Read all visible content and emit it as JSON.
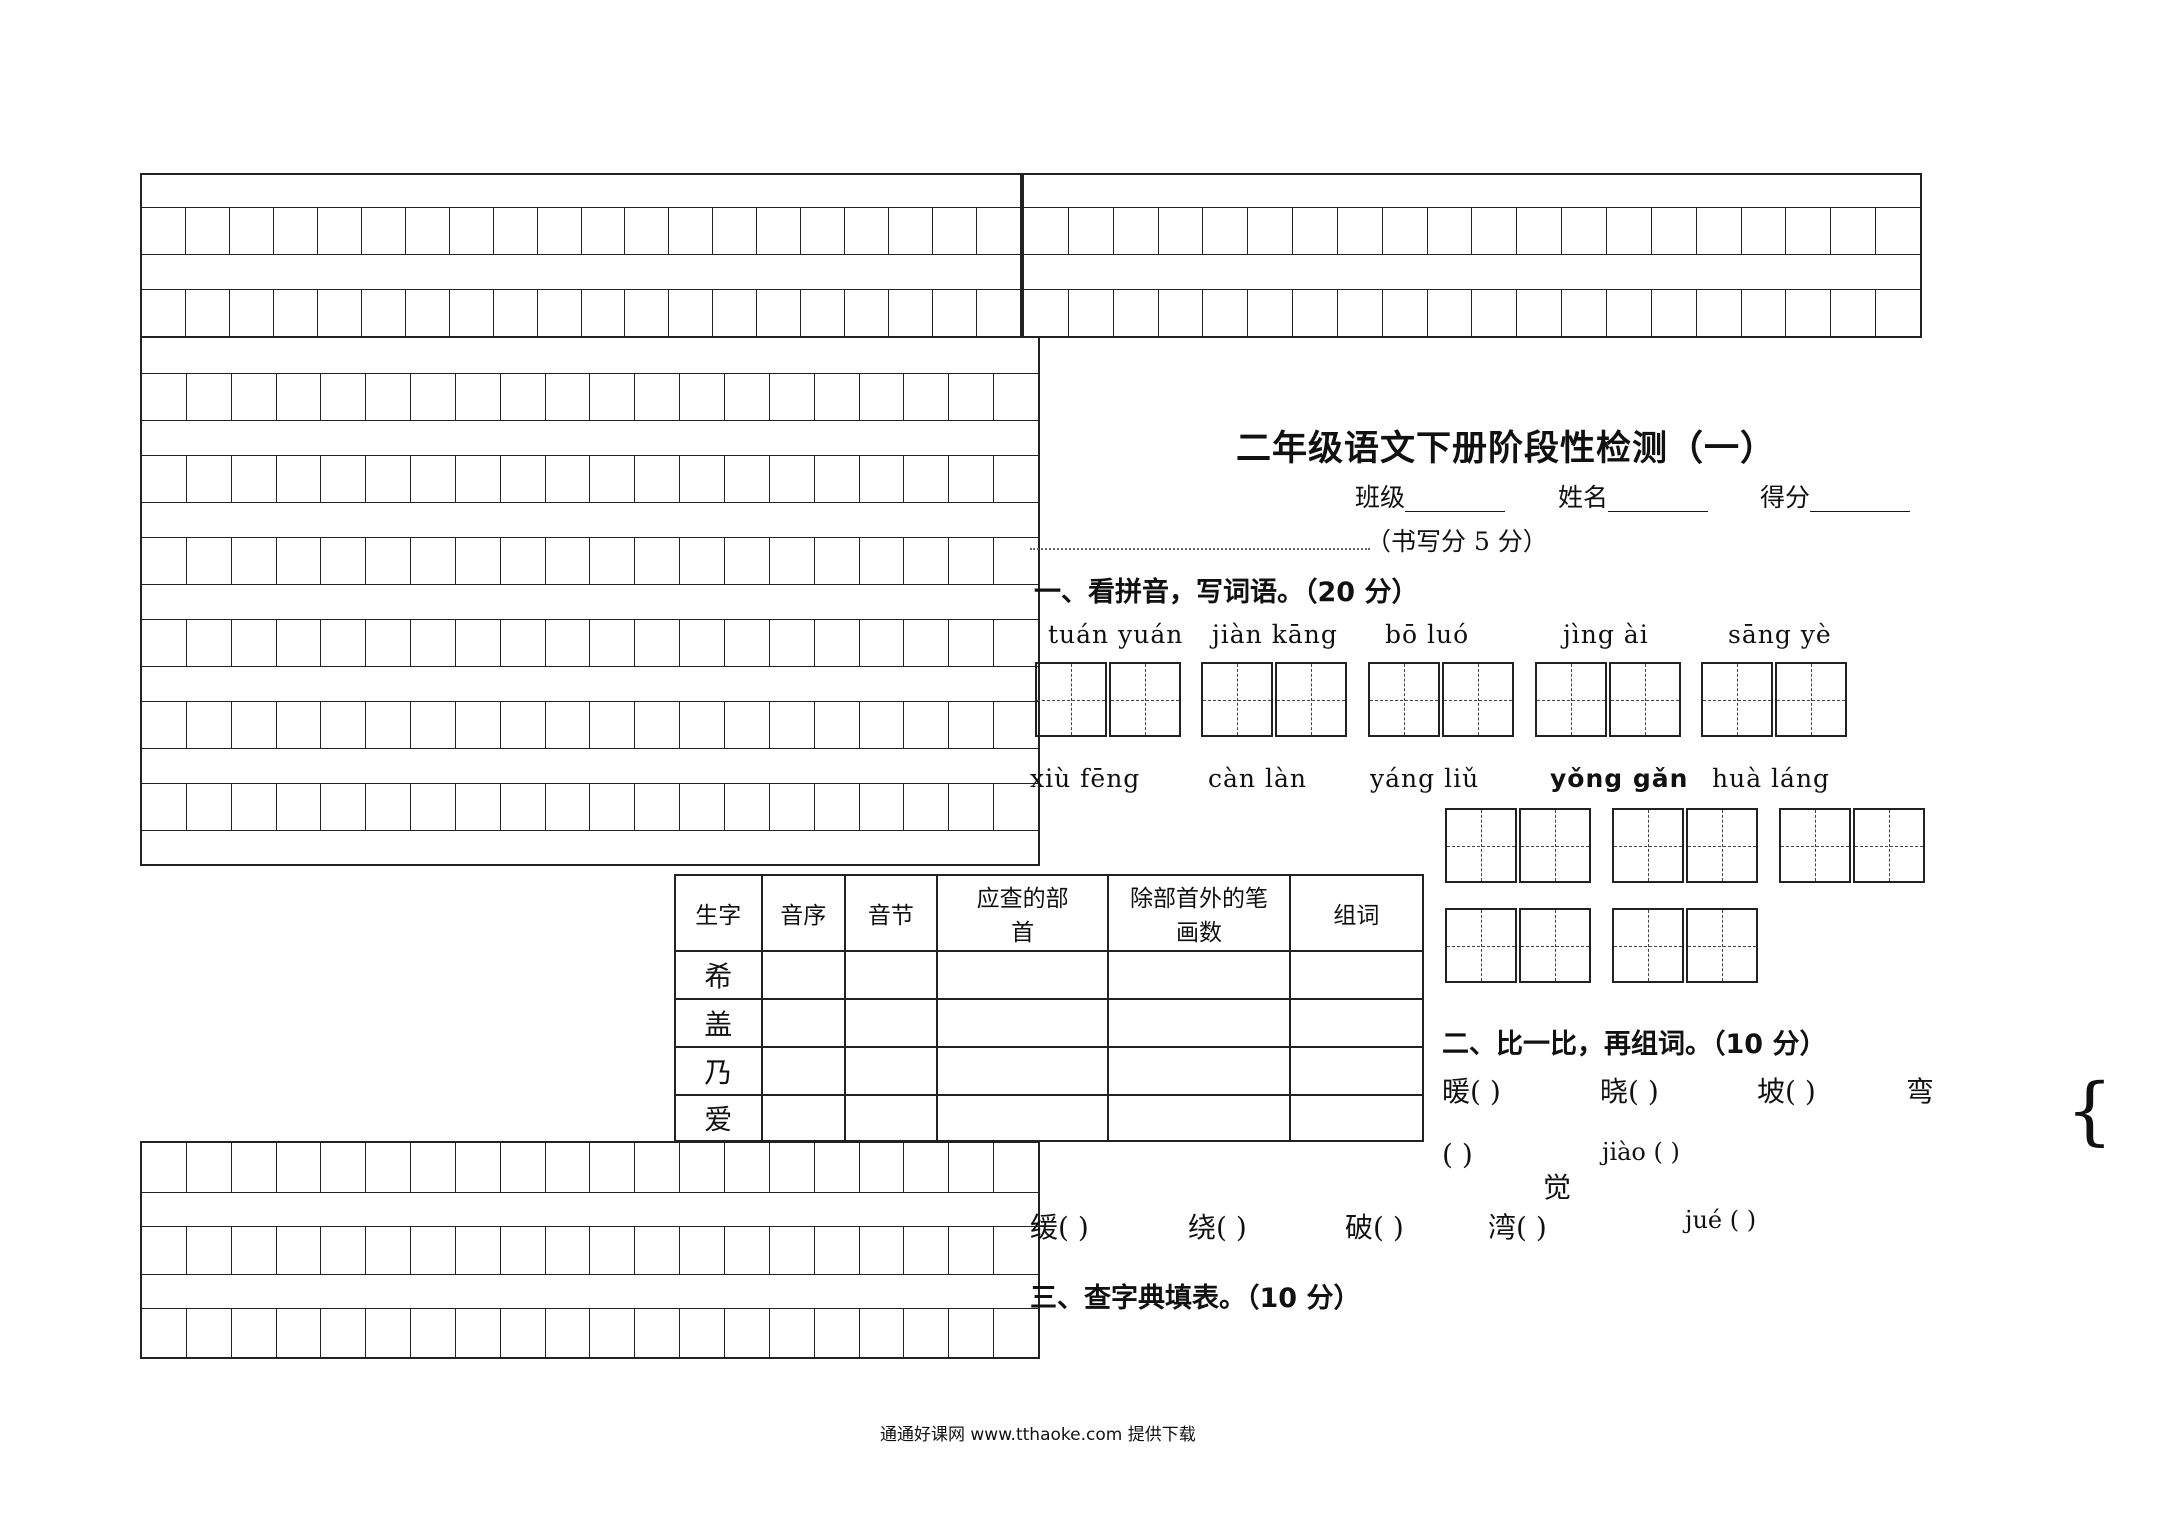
{
  "header": {
    "title": "二年级语文下册阶段性检测（一）",
    "class_label": "班级________",
    "name_label": "姓名________",
    "score_label": "得分________",
    "writing_score": "（书写分 5 分）"
  },
  "section1": {
    "heading": "一、看拼音，写词语。（20 分）",
    "row1": [
      "tuán yuán",
      "jiàn kāng",
      "bō  luó",
      "jìng ài",
      "sāng  yè"
    ],
    "row2": [
      "xiù  fēng",
      "càn làn",
      "yáng  liǔ",
      "yǒng gǎn",
      "huà láng"
    ]
  },
  "section2": {
    "heading": "二、比一比，再组词。（10 分）",
    "line1": [
      "暖(      )",
      "晓(      )",
      "坡(      )",
      "弯"
    ],
    "line2_open": "(      )",
    "jiao_label": "jiào (      )",
    "jue_char": "觉",
    "line3": [
      "缓(      )",
      "绕(      )",
      "破(      )",
      "湾(      )"
    ],
    "jue_label": "jué (      )"
  },
  "section3": {
    "heading": "三、查字典填表。（10 分）",
    "headers": [
      "生字",
      "音序",
      "音节",
      "应查的部首",
      "除部首外的笔画数",
      "组词"
    ],
    "chars": [
      "希",
      "盖",
      "乃",
      "爱"
    ]
  },
  "brace": "{",
  "footer": "通通好课网  www.tthaoke.com  提供下载"
}
